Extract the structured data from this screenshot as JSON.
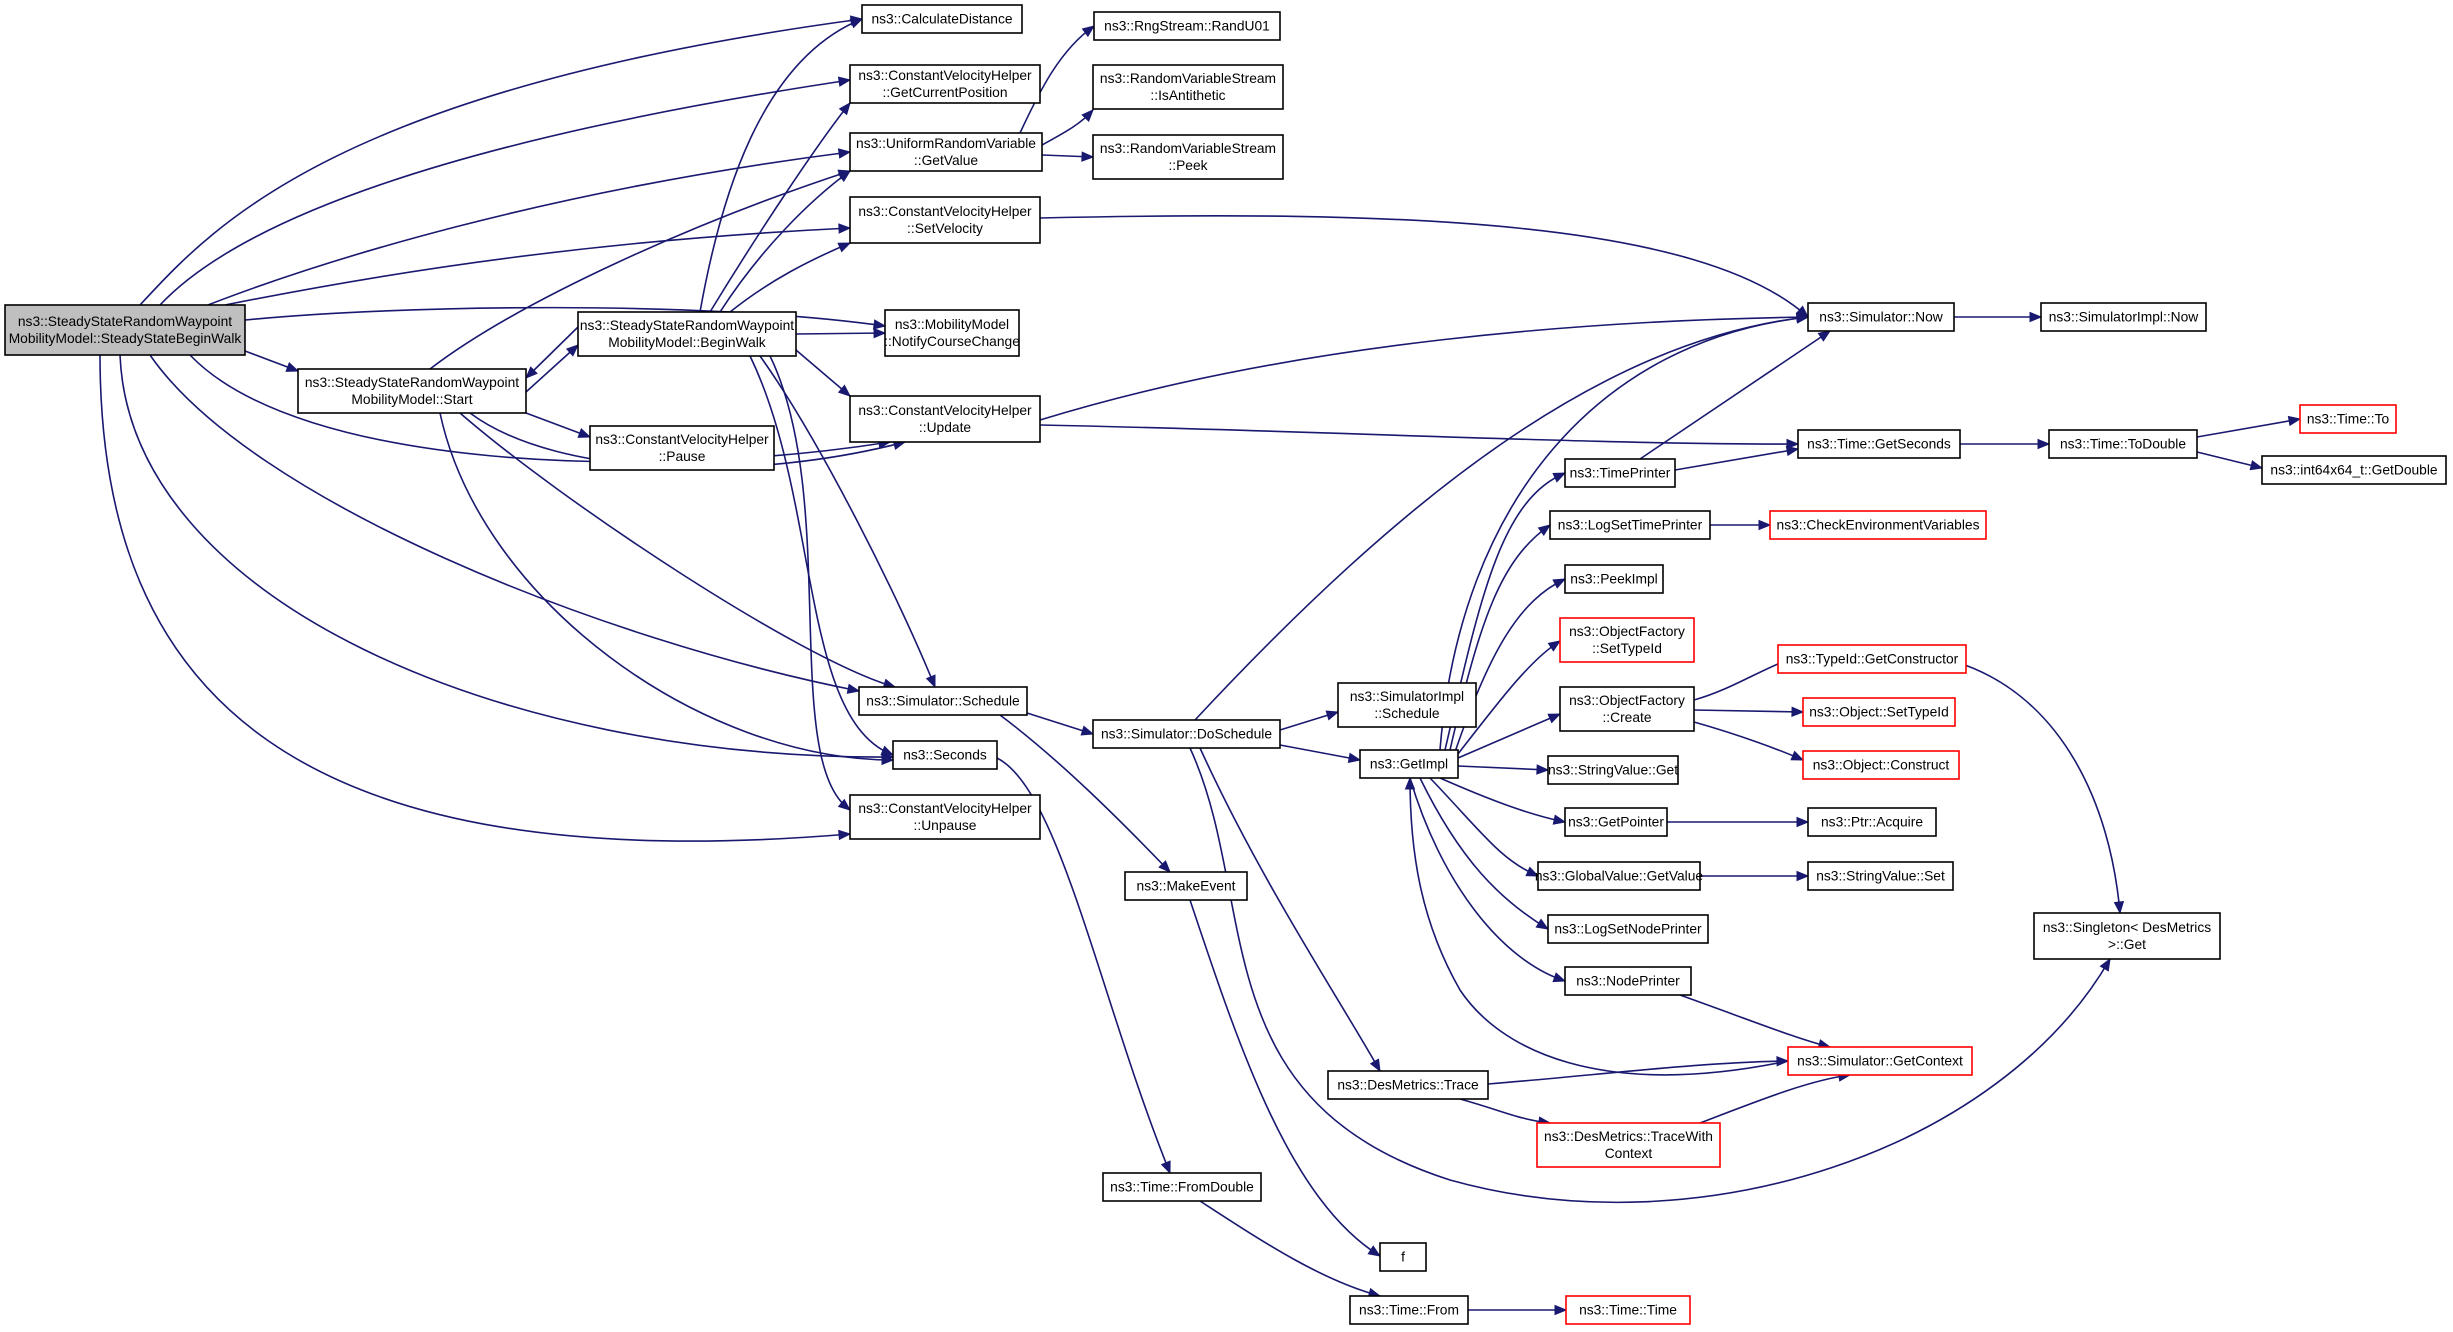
{
  "nodes": {
    "root": [
      "ns3::SteadyStateRandomWaypoint",
      "MobilityModel::SteadyStateBeginWalk"
    ],
    "calcdist": [
      "ns3::CalculateDistance"
    ],
    "getcurpos": [
      "ns3::ConstantVelocityHelper",
      "::GetCurrentPosition"
    ],
    "urvget": [
      "ns3::UniformRandomVariable",
      "::GetValue"
    ],
    "setvel": [
      "ns3::ConstantVelocityHelper",
      "::SetVelocity"
    ],
    "mmnotify": [
      "ns3::MobilityModel",
      "::NotifyCourseChange"
    ],
    "cvupdate": [
      "ns3::ConstantVelocityHelper",
      "::Update"
    ],
    "beginwalk": [
      "ns3::SteadyStateRandomWaypoint",
      "MobilityModel::BeginWalk"
    ],
    "start": [
      "ns3::SteadyStateRandomWaypoint",
      "MobilityModel::Start"
    ],
    "cvpause": [
      "ns3::ConstantVelocityHelper",
      "::Pause"
    ],
    "randu01": [
      "ns3::RngStream::RandU01"
    ],
    "isanti": [
      "ns3::RandomVariableStream",
      "::IsAntithetic"
    ],
    "peek": [
      "ns3::RandomVariableStream",
      "::Peek"
    ],
    "simnow": [
      "ns3::Simulator::Now"
    ],
    "simimplnow": [
      "ns3::SimulatorImpl::Now"
    ],
    "getseconds": [
      "ns3::Time::GetSeconds"
    ],
    "todouble": [
      "ns3::Time::ToDouble"
    ],
    "timeto": [
      "ns3::Time::To"
    ],
    "int64get": [
      "ns3::int64x64_t::GetDouble"
    ],
    "timeprinter": [
      "ns3::TimePrinter"
    ],
    "logsettp": [
      "ns3::LogSetTimePrinter"
    ],
    "checkenv": [
      "ns3::CheckEnvironmentVariables"
    ],
    "peekimpl": [
      "ns3::PeekImpl"
    ],
    "ofsettype": [
      "ns3::ObjectFactory",
      "::SetTypeId"
    ],
    "ofcreate": [
      "ns3::ObjectFactory",
      "::Create"
    ],
    "typeidctor": [
      "ns3::TypeId::GetConstructor"
    ],
    "objsettype": [
      "ns3::Object::SetTypeId"
    ],
    "objconstruct": [
      "ns3::Object::Construct"
    ],
    "simschedule": [
      "ns3::Simulator::Schedule"
    ],
    "doschedule": [
      "ns3::Simulator::DoSchedule"
    ],
    "simimplsched": [
      "ns3::SimulatorImpl",
      "::Schedule"
    ],
    "getimpl": [
      "ns3::GetImpl"
    ],
    "strvalget": [
      "ns3::StringValue::Get"
    ],
    "getpointer": [
      "ns3::GetPointer"
    ],
    "ptracquire": [
      "ns3::Ptr::Acquire"
    ],
    "gvgetvalue": [
      "ns3::GlobalValue::GetValue"
    ],
    "strvalset": [
      "ns3::StringValue::Set"
    ],
    "logsetnp": [
      "ns3::LogSetNodePrinter"
    ],
    "nodeprinter": [
      "ns3::NodePrinter"
    ],
    "singleton": [
      "ns3::Singleton< DesMetrics",
      ">::Get"
    ],
    "seconds": [
      "ns3::Seconds"
    ],
    "cvunpause": [
      "ns3::ConstantVelocityHelper",
      "::Unpause"
    ],
    "makeevent": [
      "ns3::MakeEvent"
    ],
    "getcontext": [
      "ns3::Simulator::GetContext"
    ],
    "dmtrace": [
      "ns3::DesMetrics::Trace"
    ],
    "dmtracewith": [
      "ns3::DesMetrics::TraceWith",
      "Context"
    ],
    "fromdouble": [
      "ns3::Time::FromDouble"
    ],
    "f": [
      "f"
    ],
    "timefrom": [
      "ns3::Time::From"
    ],
    "timetime": [
      "ns3::Time::Time"
    ]
  },
  "colors": {
    "edge": "#191970",
    "root_fill": "#bfbfbf",
    "node_border": "#000000",
    "truncated_border": "#ff0000"
  }
}
